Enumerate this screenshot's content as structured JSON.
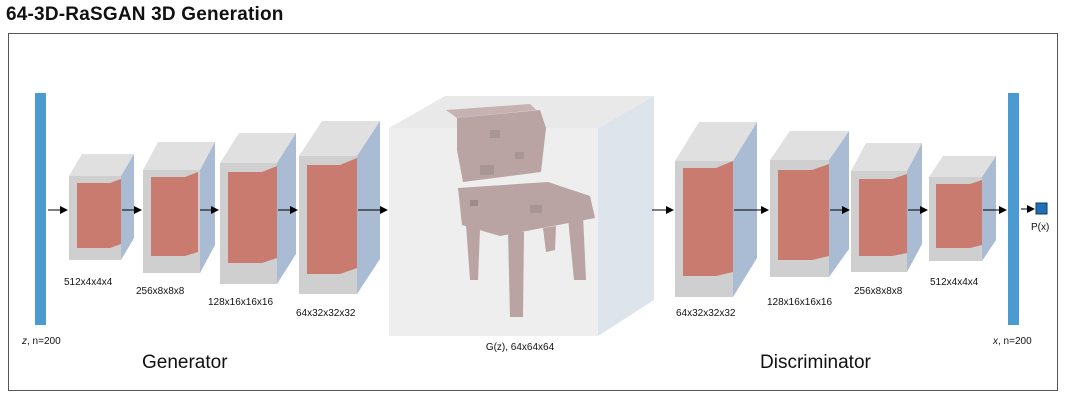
{
  "title": "64-3D-RaSGAN 3D Generation",
  "labels": {
    "z": "z",
    "z_suffix": ", n=200",
    "x": "x",
    "x_suffix": ", n=200",
    "px": "P(x)",
    "gz": "G(z), 64x64x64",
    "generator": "Generator",
    "discriminator": "Discriminator"
  },
  "generator_layers": [
    "512x4x4x4",
    "256x8x8x8",
    "128x16x16x16",
    "64x32x32x32"
  ],
  "discriminator_layers": [
    "64x32x32x32",
    "128x16x16x16",
    "256x8x8x8",
    "512x4x4x4"
  ],
  "colors": {
    "vector": "#4b9bd1",
    "output": "#1f6fb5",
    "box_front": "#cfcfcf",
    "box_top": "#e0e0e0",
    "box_side": "#a9bcd4",
    "inner": "#c97b70",
    "cube_front": "#eeeeee",
    "cube_side": "#dde4ec",
    "chair": "#b9a3a3"
  }
}
